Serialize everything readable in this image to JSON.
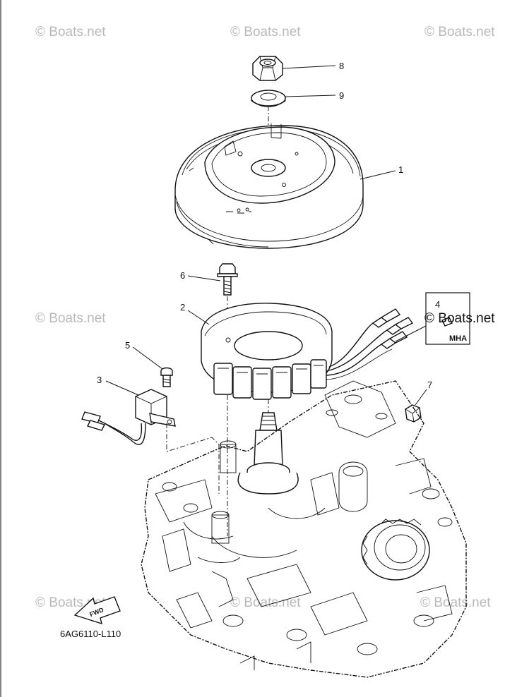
{
  "watermark": "© Boats.net",
  "diagram_code": "6AG6110-L110",
  "fwd_label": "FWD",
  "spec_box": {
    "number": "4",
    "code": "MHA"
  },
  "callouts": {
    "flywheel": "1",
    "stator": "2",
    "pulser_coil": "3",
    "box_part": "4",
    "screw_small": "5",
    "bolt": "6",
    "key": "7",
    "nut": "8",
    "washer": "9"
  }
}
